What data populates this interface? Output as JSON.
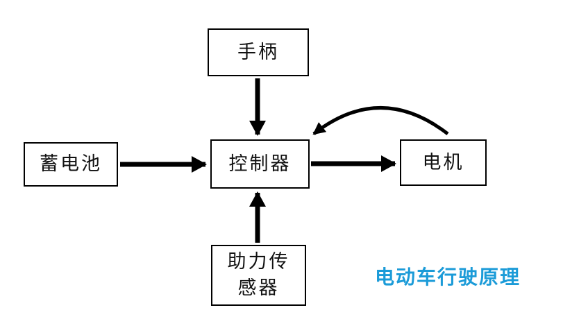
{
  "diagram": {
    "caption": "电动车行驶原理",
    "caption_color": "#1b9bd8",
    "nodes": {
      "handle": {
        "label": "手柄"
      },
      "battery": {
        "label": "蓄电池"
      },
      "controller": {
        "label": "控制器"
      },
      "motor": {
        "label": "电机"
      },
      "sensor": {
        "label": "助力传感器"
      }
    },
    "edges": [
      {
        "from": "手柄",
        "to": "控制器",
        "style": "straight-down"
      },
      {
        "from": "蓄电池",
        "to": "控制器",
        "style": "straight-right"
      },
      {
        "from": "控制器",
        "to": "电机",
        "style": "straight-right"
      },
      {
        "from": "助力传感器",
        "to": "控制器",
        "style": "straight-up"
      },
      {
        "from": "电机",
        "to": "控制器",
        "style": "curved-over-top"
      }
    ],
    "colors": {
      "line": "#000000",
      "box_border": "#000000",
      "background": "#ffffff",
      "text": "#000000"
    }
  }
}
